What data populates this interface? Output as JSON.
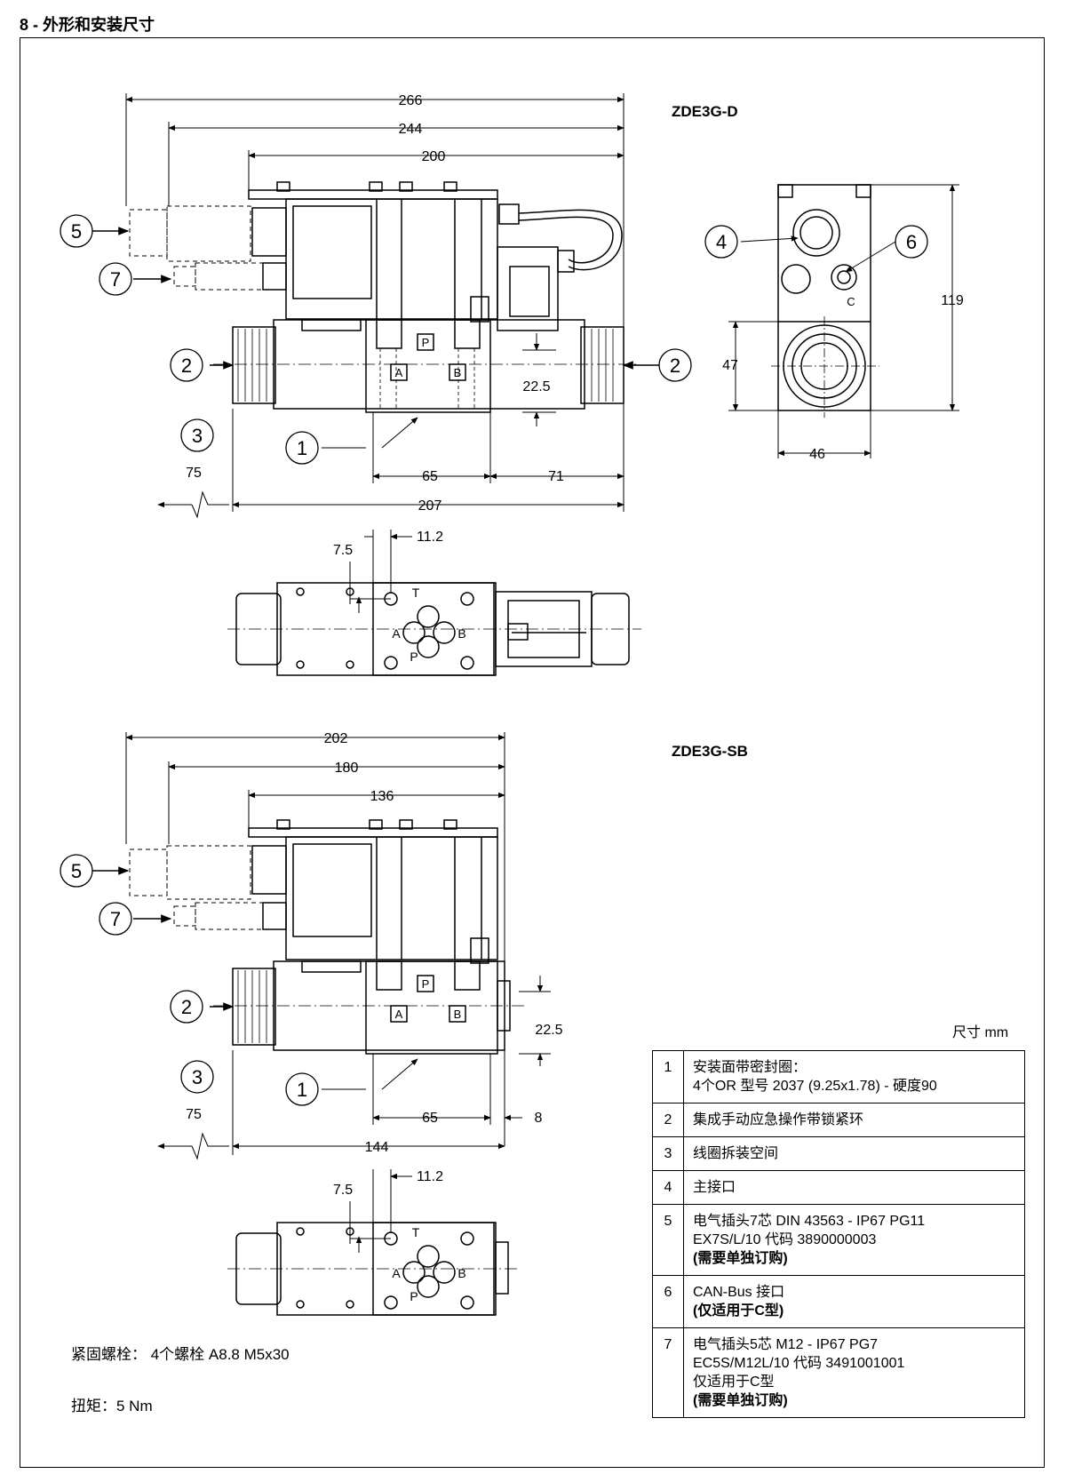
{
  "heading": "8 - 外形和安装尺寸",
  "models": {
    "top": "ZDE3G-D",
    "bottom": "ZDE3G-SB"
  },
  "units": "尺寸  mm",
  "dimensions": {
    "top": {
      "d266": "266",
      "d244": "244",
      "d200": "200",
      "d22_5": "22.5",
      "d75": "75",
      "d65": "65",
      "d71": "71",
      "d207": "207",
      "d119": "119",
      "d47": "47",
      "d46": "46",
      "d7_5": "7.5",
      "d11_2": "11.2"
    },
    "bottom": {
      "d202": "202",
      "d180": "180",
      "d136": "136",
      "d22_5": "22.5",
      "d75": "75",
      "d65": "65",
      "d8": "8",
      "d144": "144",
      "d7_5": "7.5",
      "d11_2": "11.2"
    }
  },
  "port_labels": {
    "p": "P",
    "a": "A",
    "b": "B",
    "t": "T",
    "c": "C"
  },
  "callouts": [
    "1",
    "2",
    "3",
    "4",
    "5",
    "6",
    "7"
  ],
  "legend": [
    {
      "num": "1",
      "lines": [
        {
          "t": "安装面带密封圈：",
          "b": false
        },
        {
          "t": "4个OR 型号 2037 (9.25x1.78) - 硬度90",
          "b": false
        }
      ]
    },
    {
      "num": "2",
      "lines": [
        {
          "t": "集成手动应急操作带锁紧环",
          "b": false
        }
      ]
    },
    {
      "num": "3",
      "lines": [
        {
          "t": "线圈拆装空间",
          "b": false
        }
      ]
    },
    {
      "num": "4",
      "lines": [
        {
          "t": "主接口",
          "b": false
        }
      ]
    },
    {
      "num": "5",
      "lines": [
        {
          "t": "电气插头7芯 DIN 43563 - IP67 PG11",
          "b": false
        },
        {
          "t": "EX7S/L/10 代码 3890000003",
          "b": false
        },
        {
          "t": "(需要单独订购)",
          "b": true
        }
      ]
    },
    {
      "num": "6",
      "lines": [
        {
          "t": "CAN-Bus 接口",
          "b": false
        },
        {
          "t": "(仅适用于C型)",
          "b": true
        }
      ]
    },
    {
      "num": "7",
      "lines": [
        {
          "t": "电气插头5芯 M12 - IP67 PG7",
          "b": false
        },
        {
          "t": "EC5S/M12L/10 代码 3491001001",
          "b": false
        },
        {
          "t": "仅适用于C型",
          "b": false
        },
        {
          "t": "(需要单独订购)",
          "b": true
        }
      ]
    }
  ],
  "notes": {
    "bolts": "紧固螺栓：  4个螺栓 A8.8   M5x30",
    "torque": "扭矩：5 Nm"
  }
}
